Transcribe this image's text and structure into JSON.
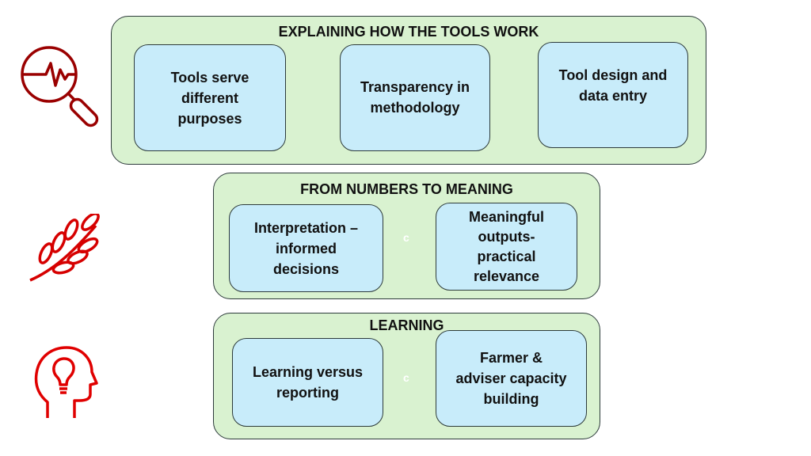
{
  "sections": [
    {
      "title": "EXPLAINING HOW THE TOOLS WORK",
      "icon": "magnifier-pulse-icon",
      "boxes": [
        "Tools serve\ndifferent\npurposes",
        "Transparency in\nmethodology",
        "Tool design and\ndata entry"
      ]
    },
    {
      "title": "FROM NUMBERS TO MEANING",
      "icon": "wheat-icon",
      "boxes": [
        "Interpretation –\ninformed\ndecisions",
        "Meaningful\noutputs-\npractical\nrelevance"
      ],
      "connector": "c"
    },
    {
      "title": "LEARNING",
      "icon": "head-lightbulb-icon",
      "boxes": [
        "Learning versus\nreporting",
        "Farmer &\nadviser capacity\nbuilding"
      ],
      "connector": "c"
    }
  ],
  "colors": {
    "panel": "#d9f2d0",
    "box": "#c8ecfa",
    "icon_dark": "#a00000",
    "icon_red": "#e00000"
  }
}
